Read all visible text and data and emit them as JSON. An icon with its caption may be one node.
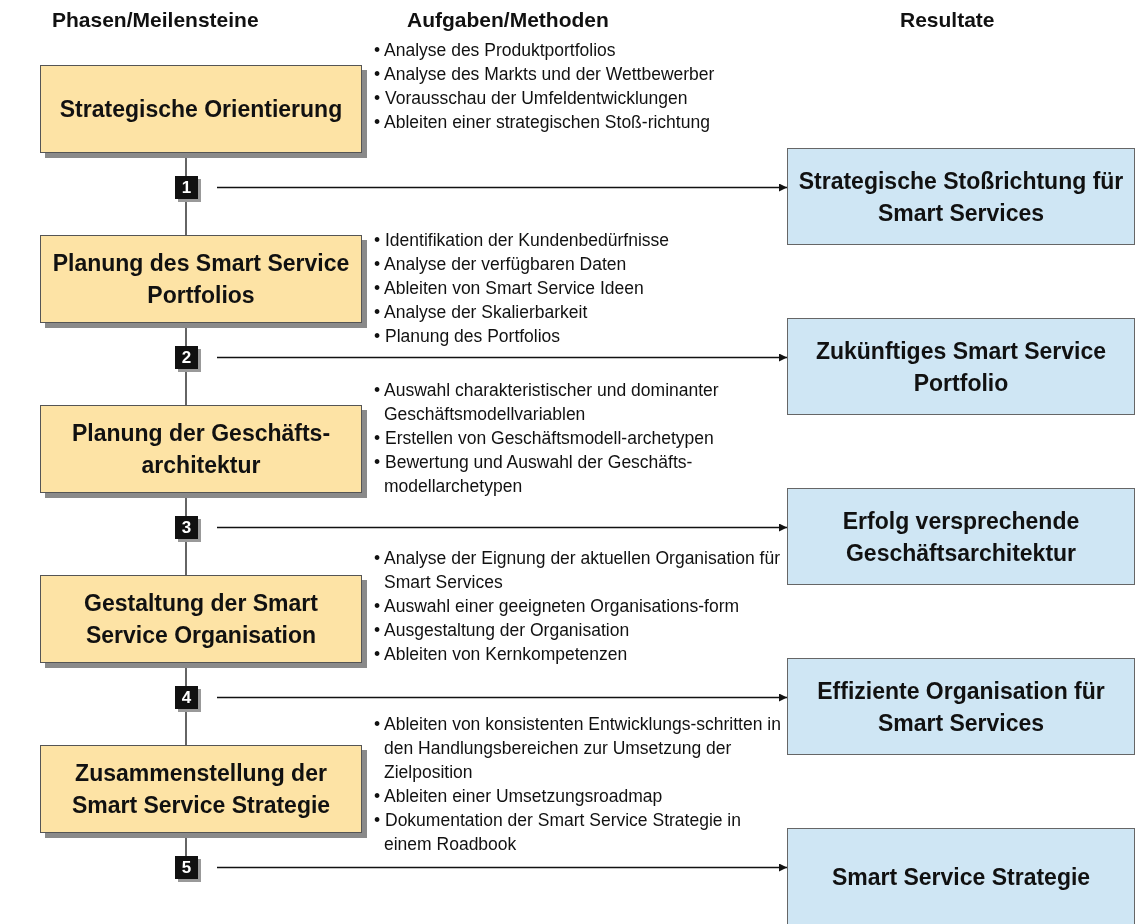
{
  "diagram": {
    "nodes": [
      {
        "text": [
          "Strategische Orientierung"
        ]
      },
      {
        "text": [
          "1"
        ]
      },
      {
        "text": [
          "Strategische Stoßrichtung für Smart Services"
        ]
      },
      {
        "text": [
          "Planung des Smart Service Portfolios"
        ]
      },
      {
        "text": [
          "2"
        ]
      },
      {
        "text": [
          "Zukünftiges Smart Service Portfolio"
        ]
      },
      {
        "text": [
          "Planung der Geschäfts-architektur"
        ]
      },
      {
        "text": [
          "3"
        ]
      },
      {
        "text": [
          "Erfolg versprechende Geschäftsarchitektur"
        ]
      },
      {
        "text": [
          "Gestaltung der Smart Service Organisation"
        ]
      },
      {
        "text": [
          "4"
        ]
      },
      {
        "text": [
          "Effiziente Organisation für Smart Services"
        ]
      },
      {
        "text": [
          "Zusammenstellung der Smart Service Strategie"
        ]
      },
      {
        "text": [
          "5"
        ]
      },
      {
        "text": [
          "Smart Service Strategie"
        ]
      }
    ],
    "edges": [
      {
        "from": 0,
        "to": 1,
        "arrow": "none"
      },
      {
        "from": 1,
        "to": 2,
        "arrow": "to"
      },
      {
        "from": 1,
        "to": 3,
        "arrow": "none"
      },
      {
        "from": 3,
        "to": 4,
        "arrow": "none"
      },
      {
        "from": 4,
        "to": 5,
        "arrow": "to"
      },
      {
        "from": 4,
        "to": 6,
        "arrow": "none"
      },
      {
        "from": 6,
        "to": 7,
        "arrow": "none"
      },
      {
        "from": 7,
        "to": 8,
        "arrow": "to"
      },
      {
        "from": 7,
        "to": 9,
        "arrow": "none"
      },
      {
        "from": 9,
        "to": 10,
        "arrow": "none"
      },
      {
        "from": 10,
        "to": 11,
        "arrow": "to"
      },
      {
        "from": 10,
        "to": 12,
        "arrow": "none"
      },
      {
        "from": 12,
        "to": 13,
        "arrow": "none"
      },
      {
        "from": 13,
        "to": 14,
        "arrow": "to"
      }
    ],
    "labels": [
      "Phasen/Meilensteine",
      "Aufgaben/Methoden",
      "Resultate",
      "• Analyse des Produktportfolios",
      "• Analyse des Markts und der Wettbewerber",
      "• Vorausschau der Umfeldentwicklungen",
      "• Ableiten einer strategischen Stoß-richtung",
      "• Identifikation der Kundenbedürfnisse",
      "• Analyse der verfügbaren Daten",
      "• Ableiten von Smart Service Ideen",
      "• Analyse der Skalierbarkeit",
      "• Planung des Portfolios",
      "• Auswahl charakteristischer und dominanter Geschäftsmodellvariablen",
      "• Erstellen von Geschäftsmodell-archetypen",
      "• Bewertung und Auswahl der Geschäfts-modellarchetypen",
      "• Analyse der Eignung der aktuellen Organisation für Smart Services",
      "• Auswahl einer geeigneten Organisations-form",
      "• Ausgestaltung der Organisation",
      "• Ableiten von Kernkompetenzen",
      "• Ableiten von konsistenten Entwicklungs-schritten in den Handlungsbereichen zur Umsetzung der Zielposition",
      "• Ableiten einer Umsetzungsroadmap",
      "• Dokumentation der Smart Service Strategie in einem Roadbook"
    ]
  }
}
